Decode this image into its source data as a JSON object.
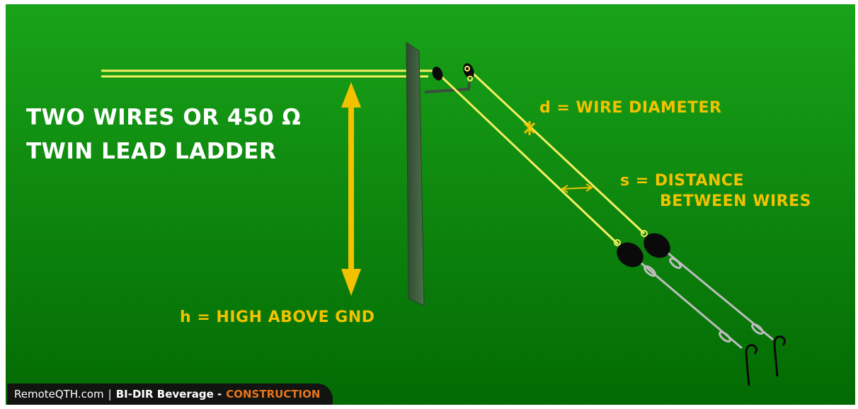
{
  "title_lines": [
    "TWO WIRES OR 450 Ω",
    "TWIN LEAD LADDER"
  ],
  "labels": {
    "d": "d = WIRE DIAMETER",
    "s_line1": "s = DISTANCE",
    "s_line2": "BETWEEN WIRES",
    "h": "h = HIGH ABOVE GND"
  },
  "footer": {
    "site": "RemoteQTH.com",
    "separator": "|",
    "topic": "BI-DIR Beverage -",
    "section": "CONSTRUCTION"
  },
  "colors": {
    "background_top": "#18a018",
    "background_bottom": "#036b03",
    "wire": "#f3f060",
    "accent_yellow": "#f2c200",
    "pole": "#3b5a3b",
    "insulator": "#0a0a0a",
    "guy_wire": "#bdbdbd",
    "footer_bg": "#111411",
    "footer_accent": "#e8741a"
  }
}
